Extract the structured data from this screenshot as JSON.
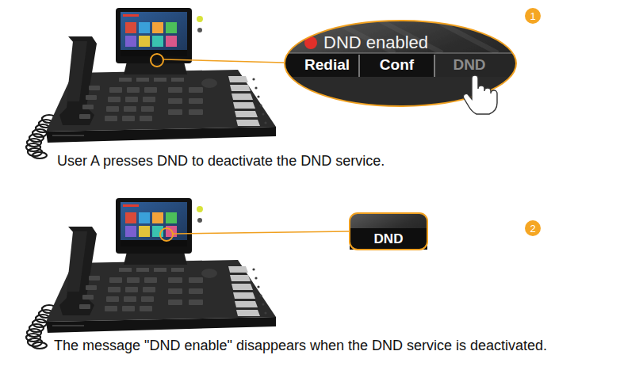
{
  "diagram": {
    "nodes": [
      {
        "text": [
          "DND enabled"
        ]
      },
      {
        "text": [
          "Redial"
        ],
        "in": 0
      },
      {
        "text": [
          "Conf"
        ],
        "in": 0
      },
      {
        "text": [
          "DND"
        ],
        "in": 0
      },
      {
        "text": [
          "1"
        ]
      },
      {
        "text": [
          "DND"
        ]
      },
      {
        "text": [
          "2"
        ]
      }
    ],
    "labels": [
      "User A presses DND to deactivate the DND service.",
      "The message \"DND enable\" disappears when the DND service is deactivated."
    ]
  }
}
